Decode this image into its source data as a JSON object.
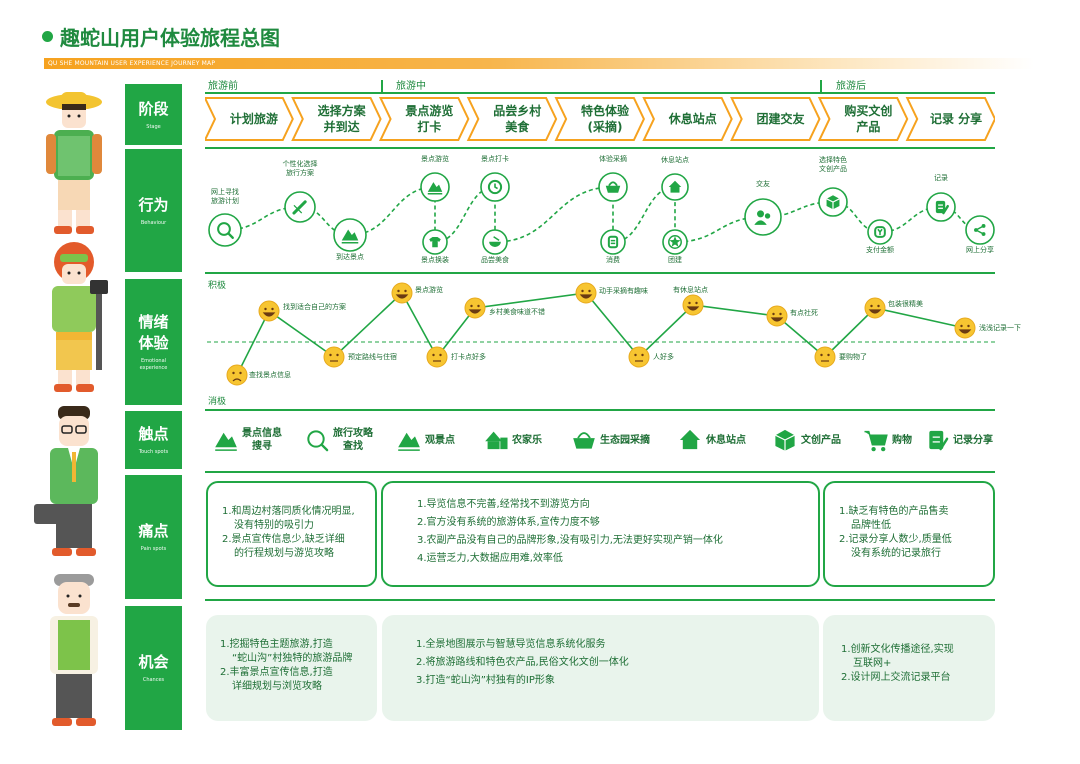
{
  "title": "趣蛇山用户体验旅程总图",
  "subtitle": "QU SHE MOUNTAIN USER EXPERIENCE JOURNEY MAP",
  "colors": {
    "primary": "#21a645",
    "accent": "#f6a21f",
    "dark": "#1f6f36",
    "light": "#e9f4ec"
  },
  "phases": [
    "旅游前",
    "旅游中",
    "旅游后"
  ],
  "rows": [
    {
      "zh": "阶段",
      "en": "Stage"
    },
    {
      "zh": "行为",
      "en": "Behaviour"
    },
    {
      "zh": "情绪",
      "zh2": "体验",
      "en": "Emotional",
      "en2": "experience"
    },
    {
      "zh": "触点",
      "en": "Touch spots"
    },
    {
      "zh": "痛点",
      "en": "Pain spots"
    },
    {
      "zh": "机会",
      "en": "Chances"
    }
  ],
  "stages": [
    {
      "l1": "计划旅游",
      "l2": ""
    },
    {
      "l1": "选择方案",
      "l2": "并到达"
    },
    {
      "l1": "景点游览",
      "l2": "打卡"
    },
    {
      "l1": "品尝乡村",
      "l2": "美食"
    },
    {
      "l1": "特色体验",
      "l2": "(采摘)"
    },
    {
      "l1": "休息站点",
      "l2": ""
    },
    {
      "l1": "团建交友",
      "l2": ""
    },
    {
      "l1": "购买文创",
      "l2": "产品"
    },
    {
      "l1": "记录 分享",
      "l2": ""
    }
  ],
  "behaviour": {
    "nodes": [
      {
        "l1": "网上寻找",
        "l2": "旅游计划",
        "icon": "search-icon"
      },
      {
        "l1": "个性化选择",
        "l2": "旅行方案",
        "icon": "edit-icon"
      },
      {
        "l1": "到达景点",
        "l2": "",
        "icon": "mountain-icon"
      },
      {
        "l1": "景点游览",
        "l2": "",
        "icon": "landscape-icon"
      },
      {
        "l1": "景点换装",
        "l2": "",
        "icon": "clothes-icon"
      },
      {
        "l1": "景点打卡",
        "l2": "",
        "icon": "clock-icon"
      },
      {
        "l1": "品尝美食",
        "l2": "",
        "icon": "bowl-icon"
      },
      {
        "l1": "体验采摘",
        "l2": "",
        "icon": "basket-icon"
      },
      {
        "l1": "消费",
        "l2": "",
        "icon": "receipt-icon"
      },
      {
        "l1": "休息站点",
        "l2": "",
        "icon": "house-icon"
      },
      {
        "l1": "团建",
        "l2": "",
        "icon": "star-icon"
      },
      {
        "l1": "交友",
        "l2": "",
        "icon": "people-icon"
      },
      {
        "l1": "选择特色",
        "l2": "文创产品",
        "icon": "box-icon"
      },
      {
        "l1": "支付金额",
        "l2": "",
        "icon": "yen-icon"
      },
      {
        "l1": "记录",
        "l2": "",
        "icon": "notebook-icon"
      },
      {
        "l1": "网上分享",
        "l2": "",
        "icon": "share-icon"
      }
    ]
  },
  "emotion": {
    "positive_label": "积极",
    "negative_label": "消极",
    "points": [
      {
        "label": "查找景点信息",
        "mood": "sad"
      },
      {
        "label": "找到适合自己的方案",
        "mood": "happy"
      },
      {
        "label": "预定路线与住宿",
        "mood": "neutral"
      },
      {
        "label": "景点游览",
        "mood": "happy"
      },
      {
        "label": "打卡点好多",
        "mood": "neutral"
      },
      {
        "label": "乡村美食味道不错",
        "mood": "happy"
      },
      {
        "label": "动手采摘有趣味",
        "mood": "happy"
      },
      {
        "label": "人好多",
        "mood": "neutral"
      },
      {
        "label": "有休息站点",
        "mood": "happy"
      },
      {
        "label": "有点社死",
        "mood": "happy"
      },
      {
        "label": "要购物了",
        "mood": "neutral"
      },
      {
        "label": "包装很精美",
        "mood": "happy"
      },
      {
        "label": "浅浅记录一下",
        "mood": "happy"
      }
    ]
  },
  "touchpoints": [
    {
      "l1": "景点信息",
      "l2": "搜寻",
      "icon": "mountain-icon"
    },
    {
      "l1": "旅行攻略",
      "l2": "查找",
      "icon": "search-icon"
    },
    {
      "l1": "观景点",
      "l2": "",
      "icon": "landscape-icon"
    },
    {
      "l1": "农家乐",
      "l2": "",
      "icon": "farm-icon"
    },
    {
      "l1": "生态园采摘",
      "l2": "",
      "icon": "basket-icon"
    },
    {
      "l1": "休息站点",
      "l2": "",
      "icon": "house-icon"
    },
    {
      "l1": "文创产品",
      "l2": "",
      "icon": "box-icon"
    },
    {
      "l1": "购物",
      "l2": "",
      "icon": "cart-icon"
    },
    {
      "l1": "记录分享",
      "l2": "",
      "icon": "notebook-icon"
    }
  ],
  "pain": [
    [
      "1.和周边村落同质化情况明显,",
      "没有特别的吸引力",
      "2.景点宣传信息少,缺乏详细",
      "的行程规划与游览攻略"
    ],
    [
      "1.导览信息不完善,经常找不到游览方向",
      "2.官方没有系统的旅游体系,宣传力度不够",
      "3.农副产品没有自己的品牌形象,没有吸引力,无法更好实现产销一体化",
      "4.运营乏力,大数据应用难,效率低"
    ],
    [
      "1.缺乏有特色的产品售卖",
      "品牌性低",
      "2.记录分享人数少,质量低",
      "没有系统的记录旅行"
    ]
  ],
  "chances": [
    [
      "1.挖掘特色主题旅游,打造",
      "“蛇山沟”村独特的旅游品牌",
      "2.丰富景点宣传信息,打造",
      "详细规划与浏览攻略"
    ],
    [
      "1.全景地图展示与智慧导览信息系统化服务",
      "2.将旅游路线和特色农产品,民俗文化文创一体化",
      "3.打造“蛇山沟”村独有的IP形象"
    ],
    [
      "1.创新文化传播途径,实现",
      "互联网+",
      "2.设计网上交流记录平台"
    ]
  ]
}
